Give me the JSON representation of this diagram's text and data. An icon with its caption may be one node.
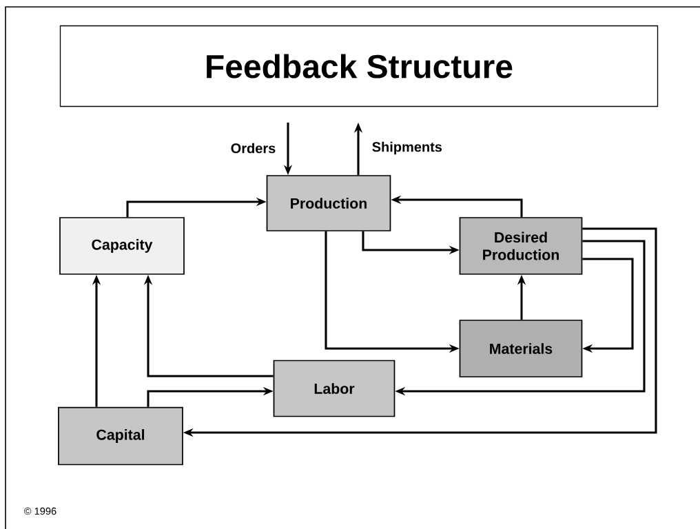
{
  "diagram": {
    "title": "Feedback Structure",
    "nodes": [
      {
        "text": [
          "Production"
        ]
      },
      {
        "text": [
          "Capacity"
        ]
      },
      {
        "text": [
          "Desired Production"
        ]
      },
      {
        "text": [
          "Materials"
        ]
      },
      {
        "text": [
          "Labor"
        ]
      },
      {
        "text": [
          "Capital"
        ]
      }
    ],
    "edges": [
      {
        "from": null,
        "to": 0,
        "arrow": "to",
        "label": "Orders"
      },
      {
        "from": 0,
        "to": null,
        "arrow": "to",
        "label": "Shipments"
      },
      {
        "from": 1,
        "to": 0,
        "arrow": "to"
      },
      {
        "from": 2,
        "to": 0,
        "arrow": "to"
      },
      {
        "from": 0,
        "to": 2,
        "arrow": "to"
      },
      {
        "from": 0,
        "to": 3,
        "arrow": "to"
      },
      {
        "from": 3,
        "to": 2,
        "arrow": "to"
      },
      {
        "from": 2,
        "to": 3,
        "arrow": "to"
      },
      {
        "from": 2,
        "to": 4,
        "arrow": "to"
      },
      {
        "from": 2,
        "to": 5,
        "arrow": "to"
      },
      {
        "from": 4,
        "to": 1,
        "arrow": "to"
      },
      {
        "from": 5,
        "to": 1,
        "arrow": "to"
      },
      {
        "from": 5,
        "to": 4,
        "arrow": "to"
      }
    ],
    "labels": [
      "© 1996"
    ]
  }
}
